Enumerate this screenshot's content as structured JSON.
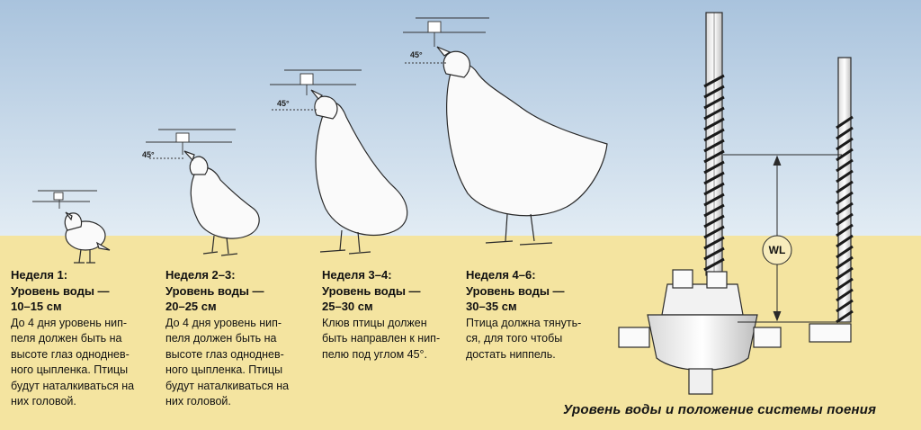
{
  "stages": [
    {
      "title": "Неделя 1:",
      "level_label": "Уровень воды —",
      "level_value": "10–15 см",
      "desc": [
        "До 4 дня уровень нип-",
        "пеля должен быть на",
        "высоте глаз одноднев-",
        "ного цыпленка. Птицы",
        "будут наталкиваться на",
        "них головой."
      ]
    },
    {
      "title": "Неделя 2–3:",
      "level_label": "Уровень воды —",
      "level_value": "20–25 см",
      "desc": [
        "До 4 дня уровень нип-",
        "пеля должен быть на",
        "высоте глаз одноднев-",
        "ного цыпленка. Птицы",
        "будут наталкиваться на",
        "них головой."
      ]
    },
    {
      "title": "Неделя 3–4:",
      "level_label": "Уровень воды —",
      "level_value": "25–30 см",
      "desc": [
        "Клюв птицы должен",
        "быть направлен к нип-",
        "пелю под углом 45°."
      ]
    },
    {
      "title": "Неделя 4–6:",
      "level_label": "Уровень воды —",
      "level_value": "30–35 см",
      "desc": [
        "Птица должна тянуть-",
        "ся, для того чтобы",
        "достать ниппель."
      ]
    }
  ],
  "angle_label": "45°",
  "wl_label": "WL",
  "caption": "Уровень воды и положение системы поения",
  "colors": {
    "sky_top": "#a9c3dd",
    "sky_bottom": "#e2ecf4",
    "ground": "#f4e4a0",
    "bird": "#fafafa",
    "line": "#2a2a2a"
  }
}
